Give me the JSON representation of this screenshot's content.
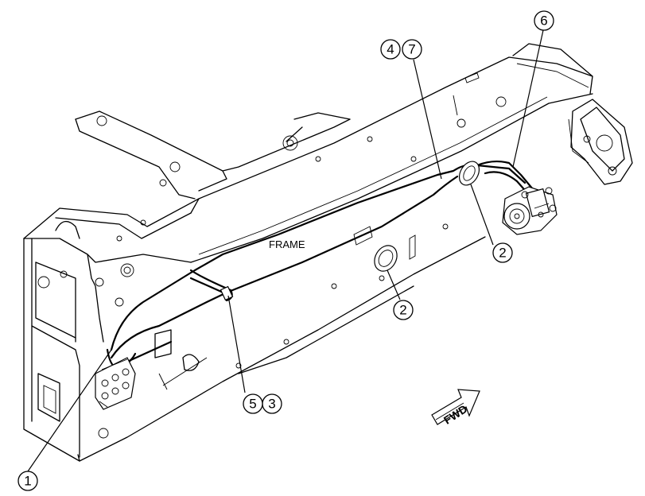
{
  "frame_label": "FRAME",
  "direction_label": "FWD",
  "callouts": [
    {
      "id": "c1",
      "text": "1"
    },
    {
      "id": "c2a",
      "text": "2"
    },
    {
      "id": "c2b",
      "text": "2"
    },
    {
      "id": "c3",
      "text": "3"
    },
    {
      "id": "c4",
      "text": "4"
    },
    {
      "id": "c5",
      "text": "5"
    },
    {
      "id": "c6",
      "text": "6"
    },
    {
      "id": "c7",
      "text": "7"
    }
  ]
}
